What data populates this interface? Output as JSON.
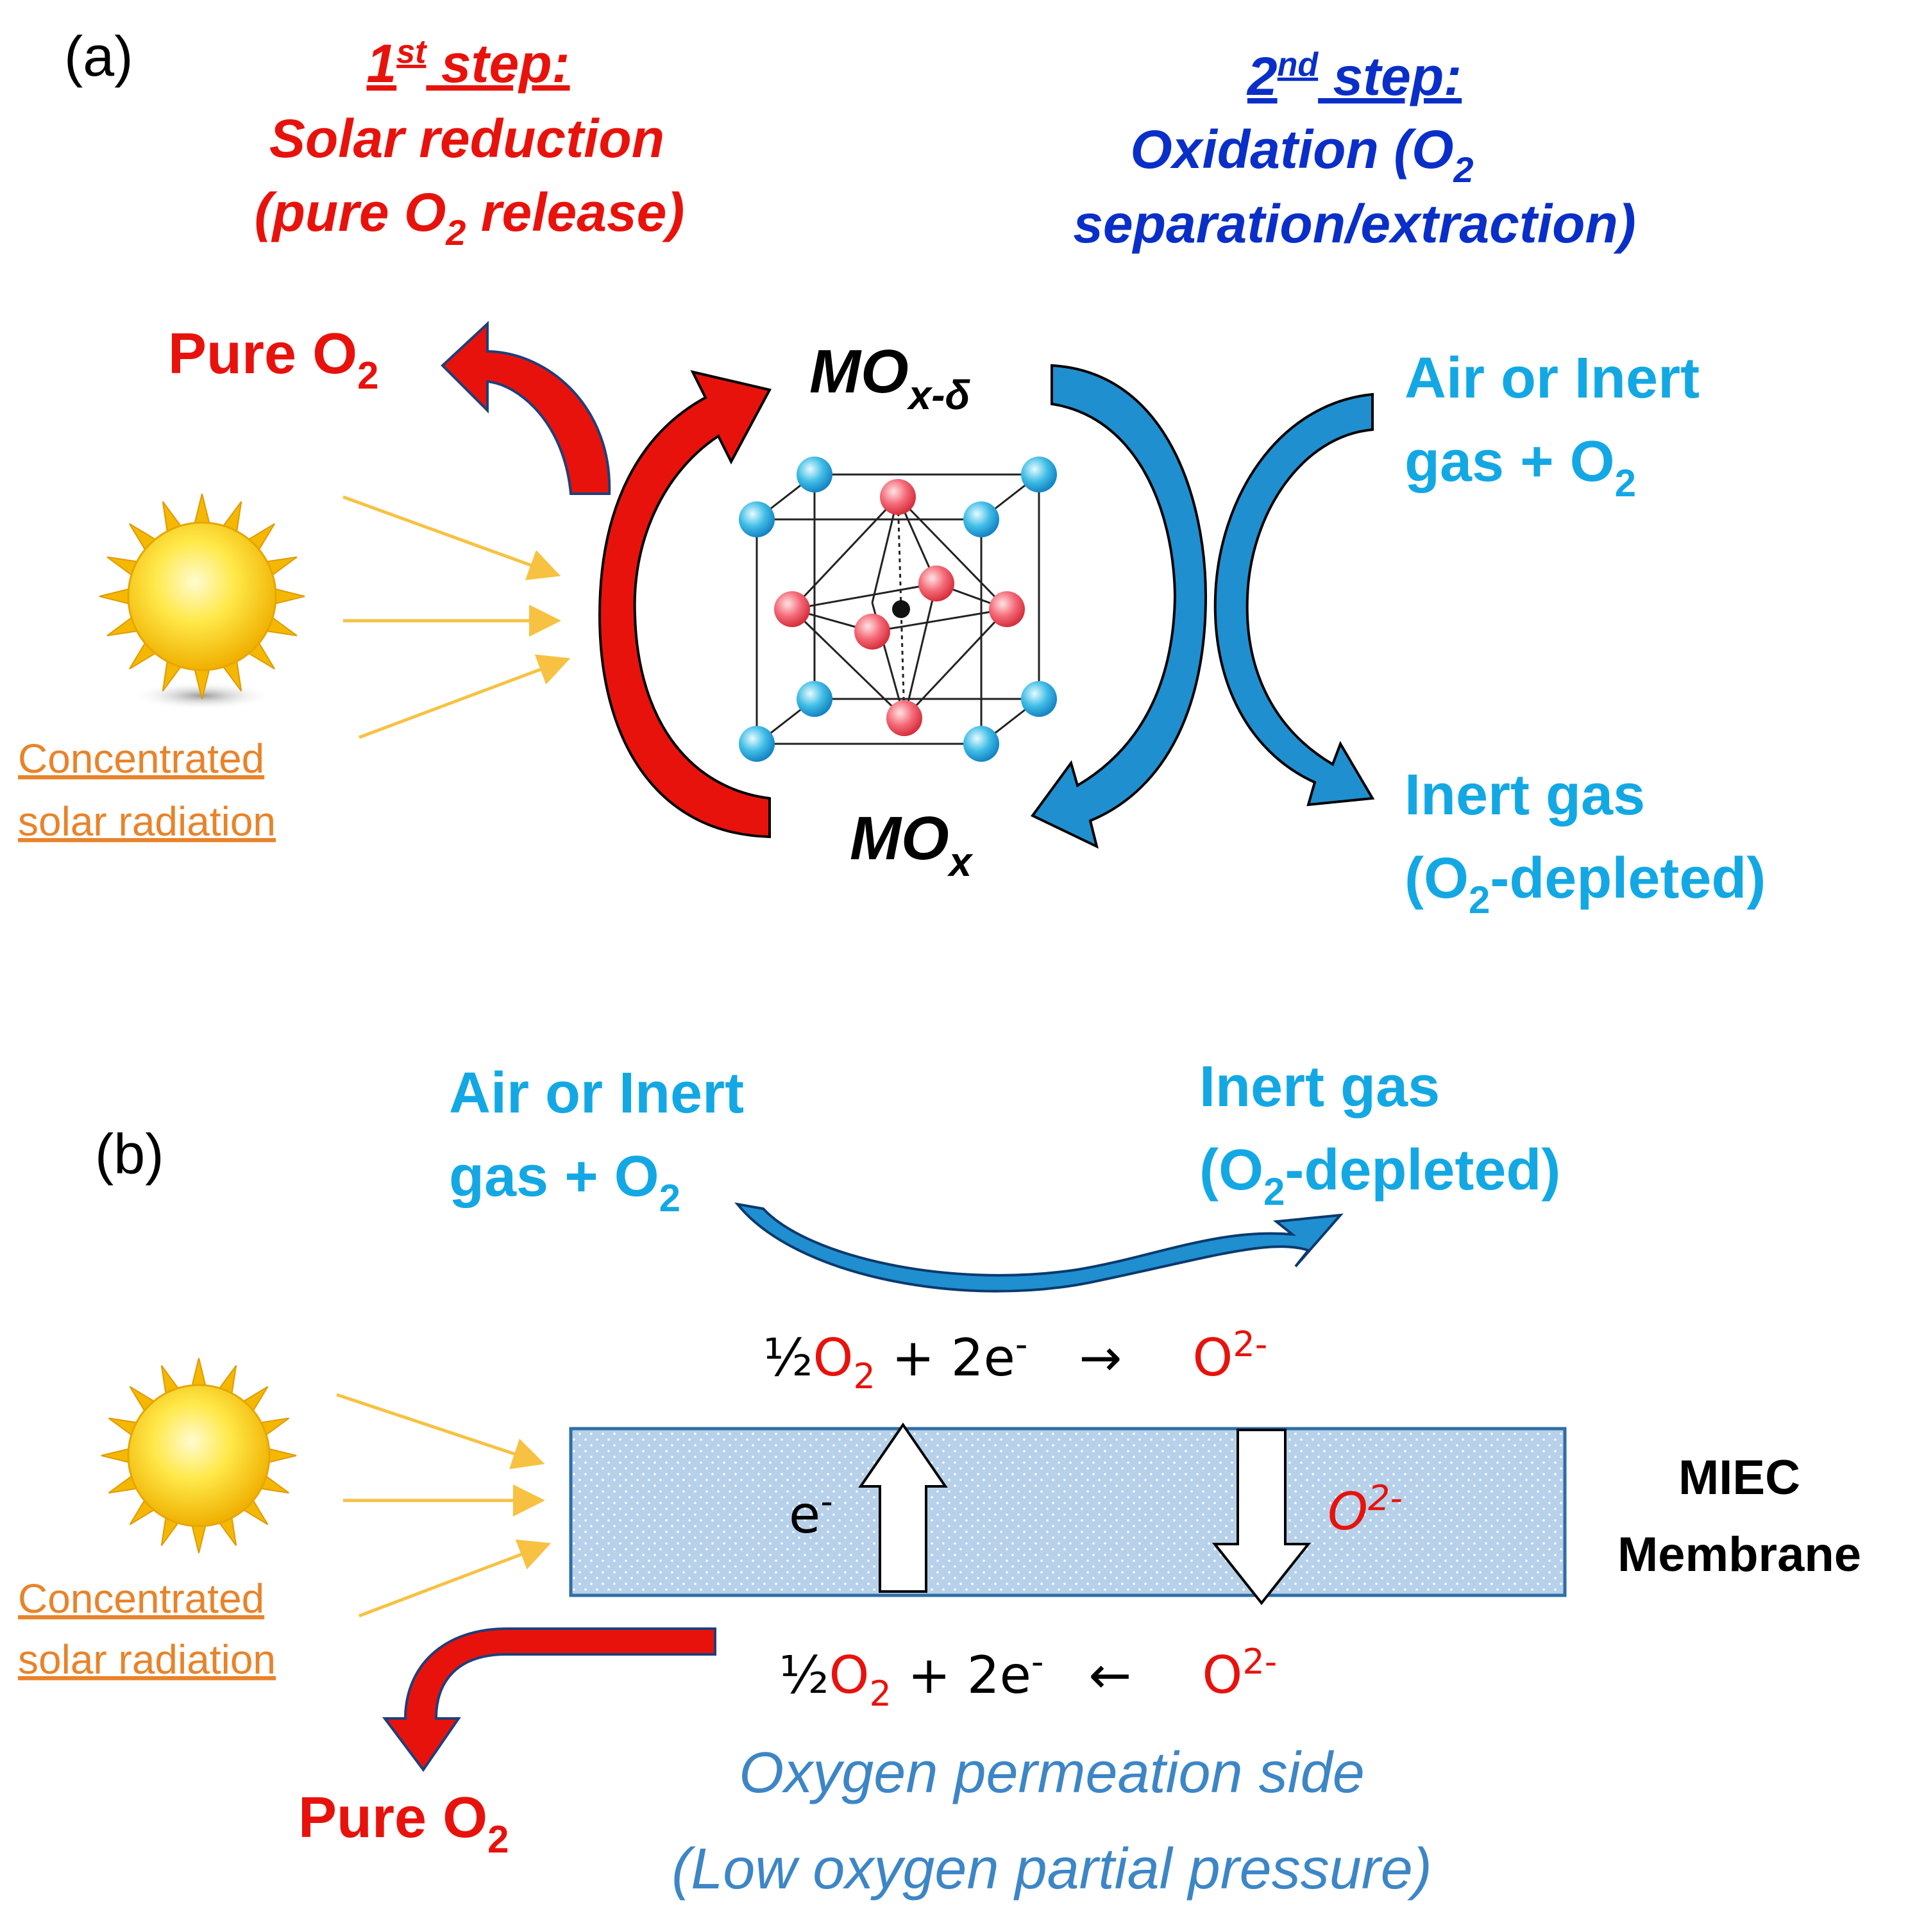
{
  "panel_a": {
    "label": "(a)",
    "step1": {
      "prefix": "1",
      "sup": "st",
      "suffix": " step:",
      "line1": "Solar reduction",
      "line2_pre": "(pure O",
      "line2_sub": "2",
      "line2_post": " release)"
    },
    "step2": {
      "prefix": "2",
      "sup": "nd",
      "suffix": " step:",
      "line1_pre": "Oxidation (O",
      "line1_sub": "2",
      "line2": "separation/extraction)"
    },
    "pure_o2": {
      "text": "Pure O",
      "sub": "2"
    },
    "mox_delta": {
      "main": "MO",
      "sub": "x-δ"
    },
    "mox": {
      "main": "MO",
      "sub": "x"
    },
    "air_in": {
      "line1": "Air or Inert",
      "line2_pre": "gas + O",
      "line2_sub": "2"
    },
    "inert_out": {
      "line1": "Inert gas",
      "line2_pre": "(O",
      "line2_sub": "2",
      "line2_post": "-depleted)"
    },
    "solar": {
      "line1": "Concentrated",
      "line2": "solar radiation"
    }
  },
  "panel_b": {
    "label": "(b)",
    "air_in": {
      "line1": "Air or Inert",
      "line2_pre": "gas + O",
      "line2_sub": "2"
    },
    "inert_out": {
      "line1": "Inert gas",
      "line2_pre": "(O",
      "line2_sub": "2",
      "line2_post": "-depleted)"
    },
    "top_reaction": {
      "half": "½",
      "o": "O",
      "o_sub": "2",
      "mid": " + 2e",
      "e_sup": "-",
      "arrow": "→",
      "ion": "O",
      "ion_sup": "2-"
    },
    "bottom_reaction": {
      "half": "½",
      "o": "O",
      "o_sub": "2",
      "mid": " + 2e",
      "e_sup": "-",
      "arrow": "←",
      "ion": "O",
      "ion_sup": "2-"
    },
    "electron": {
      "text": "e",
      "sup": "-"
    },
    "membrane_ion": {
      "text": "O",
      "sup": "2-"
    },
    "membrane_label": {
      "line1": "MIEC",
      "line2": "Membrane"
    },
    "permeation": {
      "line1": "Oxygen permeation side",
      "line2": "(Low oxygen partial pressure)"
    },
    "pure_o2": {
      "text": "Pure O",
      "sub": "2"
    },
    "solar": {
      "line1": "Concentrated",
      "line2": "solar radiation"
    }
  },
  "colors": {
    "red": "#e8120c",
    "dark_red": "#b50000",
    "blue_text": "#0a2fc8",
    "cyan": "#13a8e4",
    "arrow_blue": "#1f8fd0",
    "steel_blue": "#3d86c6",
    "orange": "#e8832a",
    "membrane_fill": "#b7d1ea",
    "membrane_stroke": "#2f6ea7"
  }
}
